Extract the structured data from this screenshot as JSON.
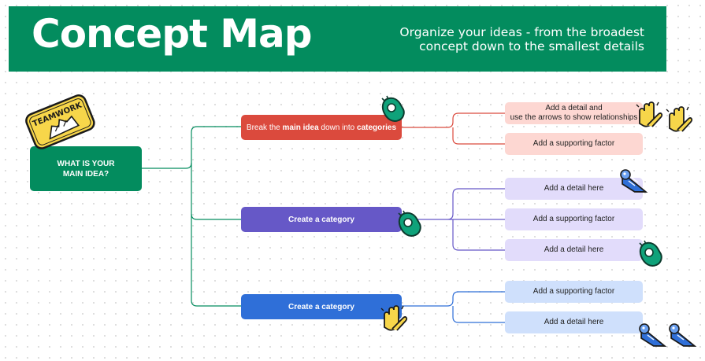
{
  "header": {
    "title": "Concept Map",
    "subtitle_line1": "Organize your ideas - from the broadest",
    "subtitle_line2": "concept down to the smallest details"
  },
  "main_idea": {
    "line1": "WHAT IS YOUR",
    "line2": "MAIN IDEA?"
  },
  "sticker_label": "TEAMWORK",
  "categories": [
    {
      "pre": "Break the ",
      "bold1": "main idea",
      "mid": " down into ",
      "bold2": "categories",
      "color": "#db4a3d"
    },
    {
      "label": "Create a category",
      "color": "#6658c7"
    },
    {
      "label": "Create a category",
      "color": "#2f6fd8"
    }
  ],
  "details": [
    {
      "line1": "Add a detail and",
      "line2": "use the arrows to show relationships"
    },
    {
      "label": "Add a supporting factor"
    },
    {
      "label": "Add a detail here"
    },
    {
      "label": "Add a supporting factor"
    },
    {
      "label": "Add a detail here"
    },
    {
      "label": "Add a supporting factor"
    },
    {
      "label": "Add a detail here"
    }
  ],
  "colors": {
    "brand_green": "#038c5e",
    "red_branch": "#db4a3d",
    "purple_branch": "#6658c7",
    "blue_branch": "#2f6fd8",
    "sticker_yellow": "#f7d64a"
  },
  "icons": [
    "teamwork-sticker-icon",
    "waving-hand-icon",
    "clapping-hands-icon",
    "party-popper-icon"
  ]
}
